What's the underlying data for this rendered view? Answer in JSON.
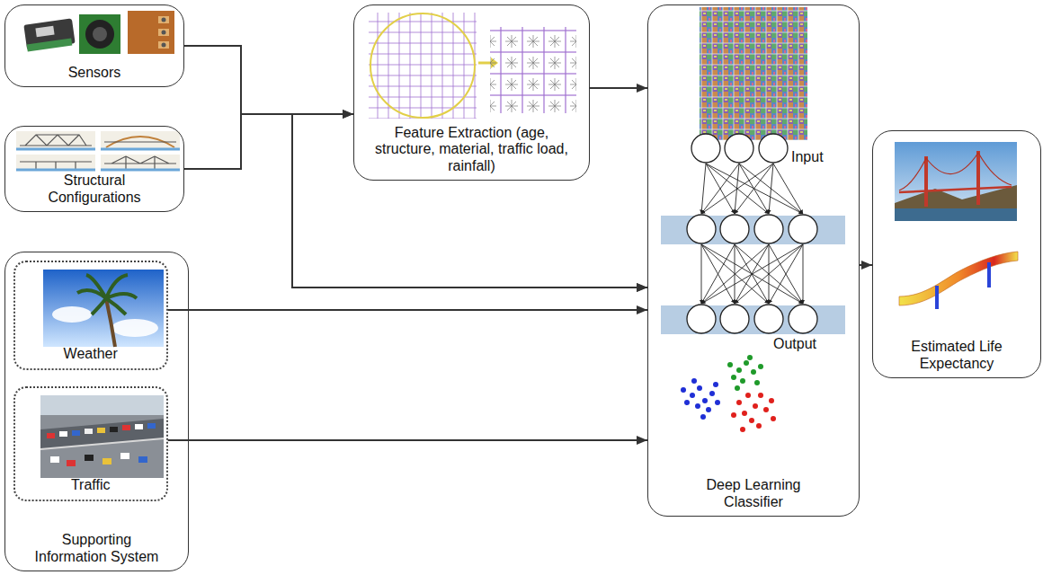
{
  "diagram": {
    "nodes": [
      {
        "text": [
          "Sensors"
        ]
      },
      {
        "text": [
          "Structural Configurations"
        ]
      },
      {
        "text": [
          "Feature Extraction (age, structure, material, traffic load, rainfall)"
        ]
      },
      {
        "text": [
          "Deep Learning Classifier"
        ]
      },
      {
        "text": [
          "Estimated Life Expectancy"
        ]
      },
      {
        "text": [
          "Supporting Information System"
        ]
      },
      {
        "text": [
          "Weather"
        ],
        "in": 5
      },
      {
        "text": [
          "Traffic"
        ],
        "in": 5
      }
    ],
    "edges": [
      {
        "from": 0,
        "to": 2,
        "arrow": "to"
      },
      {
        "from": 1,
        "to": 2,
        "arrow": "to"
      },
      {
        "from": 0,
        "to": 3,
        "arrow": "to"
      },
      {
        "from": 1,
        "to": 3,
        "arrow": "to"
      },
      {
        "from": 6,
        "to": 3,
        "arrow": "to"
      },
      {
        "from": 7,
        "to": 3,
        "arrow": "to"
      },
      {
        "from": 2,
        "to": 3,
        "arrow": "to"
      },
      {
        "from": 3,
        "to": 4,
        "arrow": "to"
      }
    ],
    "labels": [
      "Input",
      "Output"
    ]
  }
}
